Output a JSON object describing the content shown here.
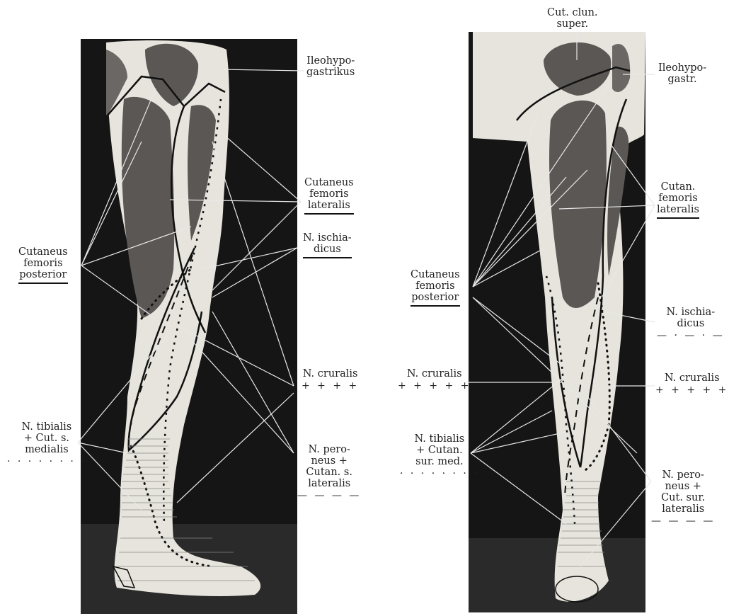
{
  "left_panel": {
    "labels": {
      "ileohypogastrikus": [
        "Ileohypo-",
        "gastrikus"
      ],
      "cut_fem_lat": [
        "Cutaneus",
        "femoris",
        "lateralis"
      ],
      "ischiadicus": [
        "N. ischia-",
        "dicus"
      ],
      "cut_fem_post": [
        "Cutaneus",
        "femoris",
        "posterior"
      ],
      "cruralis": [
        "N. cruralis"
      ],
      "cruralis_mark": "+ + + +",
      "tibialis": [
        "N. tibialis",
        "+ Cut. s.",
        "medialis"
      ],
      "tibialis_mark": "· · · · · · · ·",
      "peroneus": [
        "N. pero-",
        "neus +",
        "Cutan. s.",
        "lateralis"
      ],
      "peroneus_mark": "— — — —"
    }
  },
  "right_panel": {
    "labels": {
      "cut_clun": [
        "Cut. clun.",
        "super."
      ],
      "ileohypogastr": [
        "Ileohypo-",
        "gastr."
      ],
      "cut_fem_lat": [
        "Cutan.",
        "femoris",
        "lateralis"
      ],
      "cut_fem_post": [
        "Cutaneus",
        "femoris",
        "posterior"
      ],
      "ischiadicus": [
        "N. ischia-",
        "dicus"
      ],
      "ischiadicus_mark": "— · — · —",
      "cruralis_left": [
        "N. cruralis"
      ],
      "cruralis_left_mark": "+ + + + +",
      "cruralis_right": [
        "N. cruralis"
      ],
      "cruralis_right_mark": "+ + + + +",
      "tibialis": [
        "N. tibialis",
        "+ Cutan.",
        "sur. med."
      ],
      "tibialis_mark": "· · · · · · · ·",
      "peroneus": [
        "N. pero-",
        "neus +",
        "Cut. sur.",
        "lateralis"
      ],
      "peroneus_mark": "— — — —"
    }
  },
  "colors": {
    "background_photo": "#151515",
    "skin": "#e6e4dc",
    "muscle": "#5a5755",
    "leader": "#e8e8e8"
  }
}
